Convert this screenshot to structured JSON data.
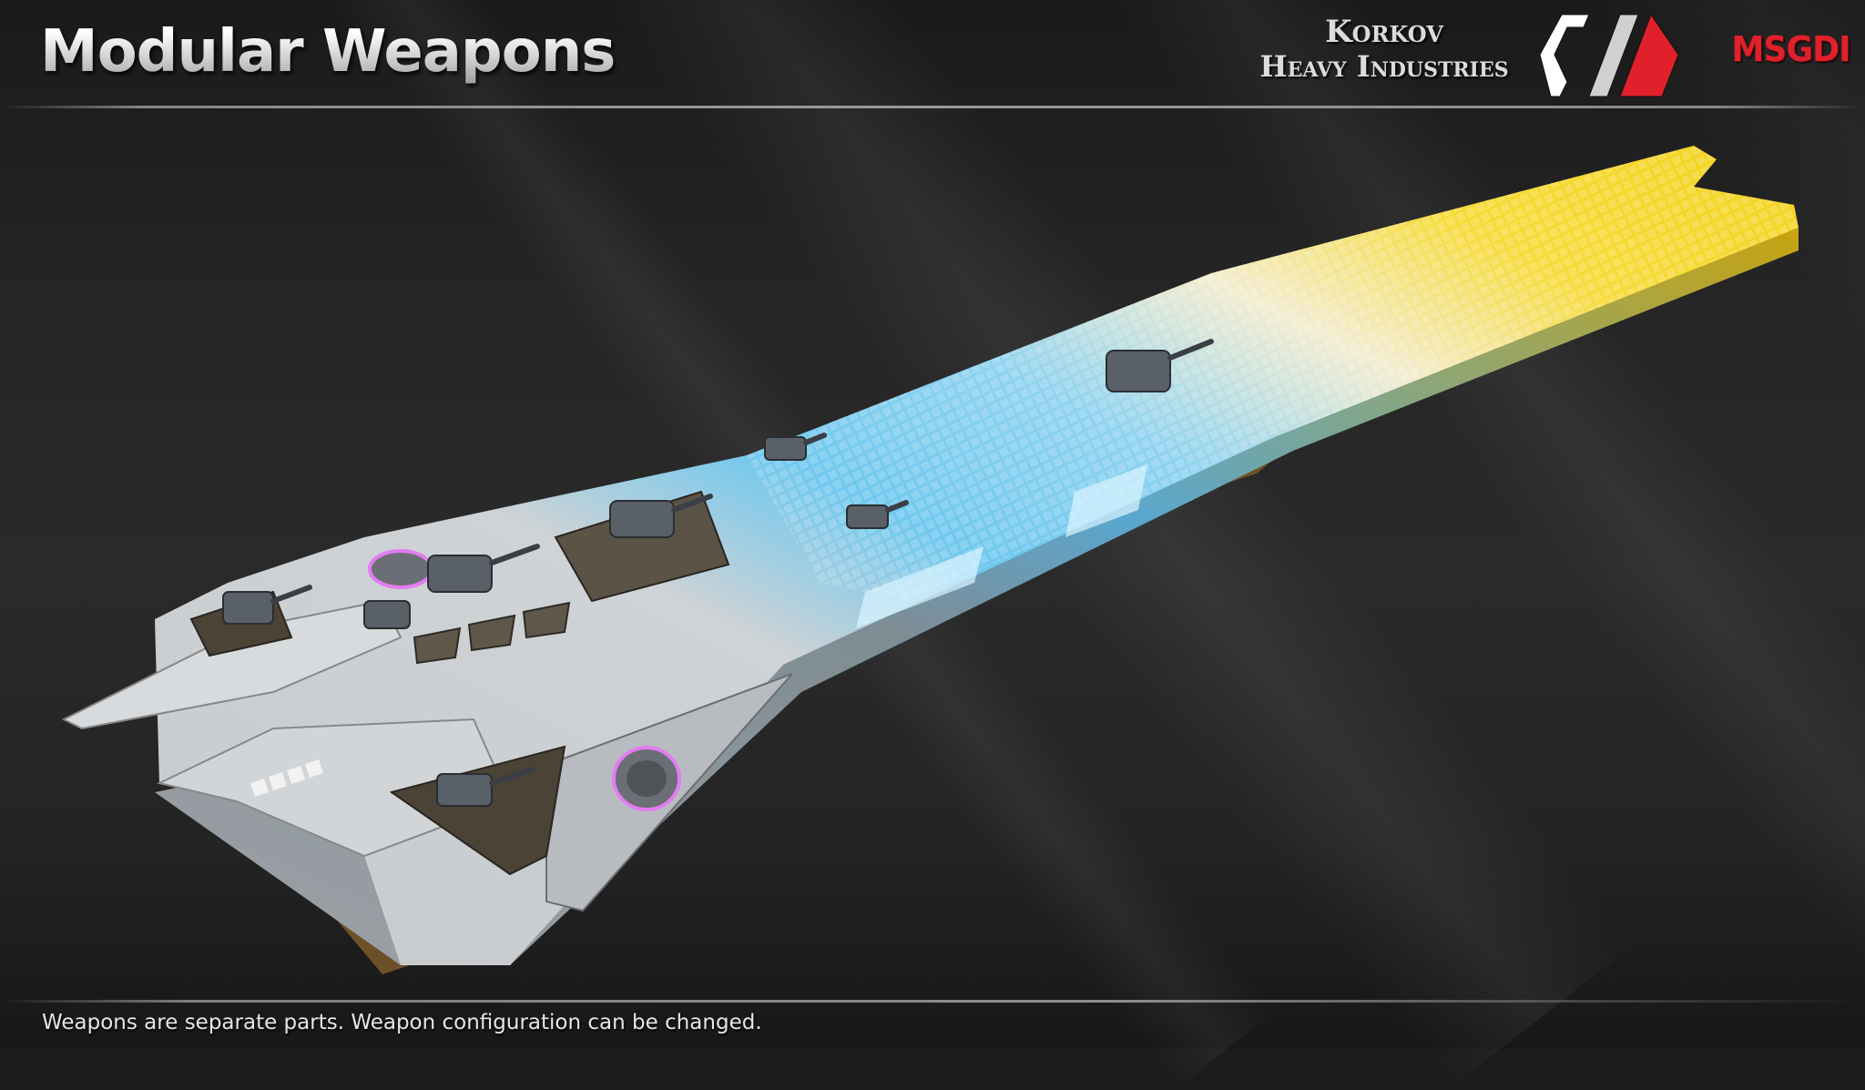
{
  "header": {
    "title": "Modular Weapons",
    "brand_line1": "Korkov",
    "brand_line2": "Heavy Industries",
    "logo_icon": "korkov-chevron-logo",
    "publisher": "MSGDI"
  },
  "colors": {
    "logo_red": "#e0202a",
    "logo_white": "#ffffff",
    "logo_grey": "#cfcfcf",
    "hull_grey": "#c9cdd0",
    "hull_blue": "#5fc4f0",
    "hull_yellow": "#f4d21c"
  },
  "render": {
    "subject": "modular-weapons-starship-render",
    "gradient_stops": [
      "grey",
      "blue",
      "yellow"
    ]
  },
  "footer": {
    "caption": "Weapons are separate parts. Weapon configuration can be changed."
  }
}
